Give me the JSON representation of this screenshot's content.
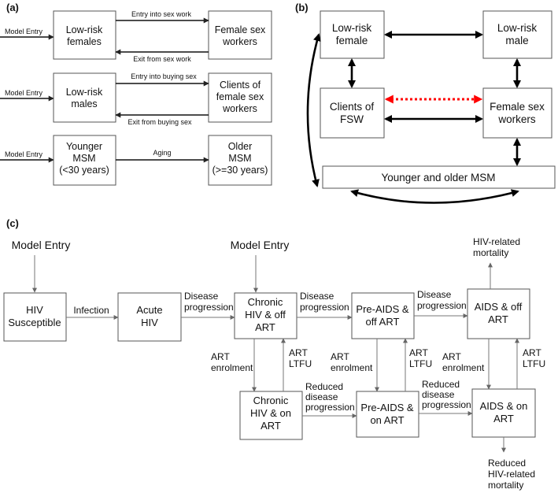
{
  "panels": {
    "a": "(a)",
    "b": "(b)",
    "c": "(c)"
  },
  "panel_a": {
    "model_entry_1": "Model Entry",
    "model_entry_2": "Model Entry",
    "model_entry_3": "Model Entry",
    "low_risk_females": [
      "Low-risk",
      "females"
    ],
    "female_sex_workers": [
      "Female sex",
      "workers"
    ],
    "entry_sex_work": "Entry into sex work",
    "exit_sex_work": "Exit from sex work",
    "low_risk_males": [
      "Low-risk",
      "males"
    ],
    "clients_fsw": [
      "Clients of",
      "female sex",
      "workers"
    ],
    "entry_buying": "Entry into buying sex",
    "exit_buying": "Exit from buying sex",
    "younger_msm": [
      "Younger",
      "MSM",
      "(<30 years)"
    ],
    "older_msm": [
      "Older",
      "MSM",
      "(>=30 years)"
    ],
    "aging": "Aging"
  },
  "panel_b": {
    "low_risk_female": [
      "Low-risk",
      "female"
    ],
    "low_risk_male": [
      "Low-risk",
      "male"
    ],
    "clients_fsw": [
      "Clients of",
      "FSW"
    ],
    "female_sex_workers": [
      "Female sex",
      "workers"
    ],
    "msm": "Younger and older MSM",
    "colors": {
      "black": "#000000",
      "red": "#ff0000"
    }
  },
  "panel_c": {
    "model_entry_left": "Model Entry",
    "model_entry_mid": "Model Entry",
    "hiv_susceptible": [
      "HIV",
      "Susceptible"
    ],
    "infection": "Infection",
    "acute_hiv": [
      "Acute",
      "HIV"
    ],
    "disease_progression_1": [
      "Disease",
      "progression"
    ],
    "chronic_off": [
      "Chronic",
      "HIV & off",
      "ART"
    ],
    "disease_progression_2": [
      "Disease",
      "progression"
    ],
    "preaids_off": [
      "Pre-AIDS &",
      "off ART"
    ],
    "disease_progression_3": [
      "Disease",
      "progression"
    ],
    "aids_off": [
      "AIDS & off",
      "ART"
    ],
    "hiv_mortality": [
      "HIV-related",
      "mortality"
    ],
    "art_enrolment_1": [
      "ART",
      "enrolment"
    ],
    "art_ltfu_1": [
      "ART",
      "LTFU"
    ],
    "art_enrolment_2": [
      "ART",
      "enrolment"
    ],
    "art_ltfu_2": [
      "ART",
      "LTFU"
    ],
    "art_enrolment_3": [
      "ART",
      "enrolment"
    ],
    "art_ltfu_3": [
      "ART",
      "LTFU"
    ],
    "chronic_on": [
      "Chronic",
      "HIV & on",
      "ART"
    ],
    "reduced_prog_1": [
      "Reduced",
      "disease",
      "progression"
    ],
    "preaids_on": [
      "Pre-AIDS &",
      "on ART"
    ],
    "reduced_prog_2": [
      "Reduced",
      "disease",
      "progression"
    ],
    "aids_on": [
      "AIDS & on",
      "ART"
    ],
    "reduced_mortality": [
      "Reduced",
      "HIV-related",
      "mortality"
    ]
  }
}
